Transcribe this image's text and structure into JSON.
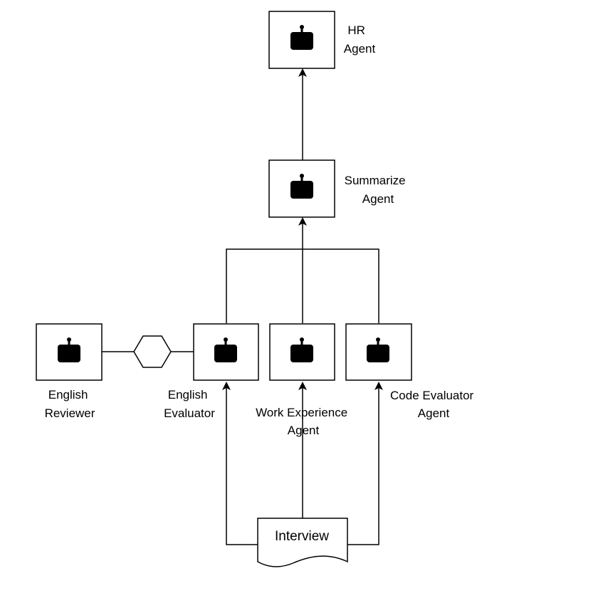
{
  "nodes": {
    "hr_agent": {
      "label_lines": [
        "HR",
        "Agent"
      ],
      "icon": "robot-icon"
    },
    "summarize_agent": {
      "label_lines": [
        "Summarize",
        "Agent"
      ],
      "icon": "robot-icon"
    },
    "english_reviewer": {
      "label_lines": [
        "English",
        "Reviewer"
      ],
      "icon": "robot-icon"
    },
    "english_evaluator": {
      "label_lines": [
        "English",
        "Evaluator"
      ],
      "icon": "robot-icon"
    },
    "work_experience_agent": {
      "label_lines": [
        "Work Experience",
        "Agent"
      ],
      "icon": "robot-icon"
    },
    "code_evaluator_agent": {
      "label_lines": [
        "Code Evaluator",
        "Agent"
      ],
      "icon": "robot-icon"
    },
    "interview": {
      "label": "Interview",
      "shape": "document"
    },
    "link_connector": {
      "shape": "hexagon"
    }
  },
  "edges": [
    {
      "from": "interview",
      "to": "english_evaluator",
      "arrow": true
    },
    {
      "from": "interview",
      "to": "work_experience_agent",
      "arrow": true
    },
    {
      "from": "interview",
      "to": "code_evaluator_agent",
      "arrow": true
    },
    {
      "from": "english_evaluator",
      "to": "summarize_agent",
      "arrow": true
    },
    {
      "from": "work_experience_agent",
      "to": "summarize_agent",
      "arrow": true
    },
    {
      "from": "code_evaluator_agent",
      "to": "summarize_agent",
      "arrow": true
    },
    {
      "from": "summarize_agent",
      "to": "hr_agent",
      "arrow": true
    },
    {
      "from": "english_reviewer",
      "to": "link_connector",
      "arrow": false
    },
    {
      "from": "link_connector",
      "to": "english_evaluator",
      "arrow": false
    }
  ],
  "colors": {
    "stroke": "#000000",
    "fill": "#ffffff"
  }
}
